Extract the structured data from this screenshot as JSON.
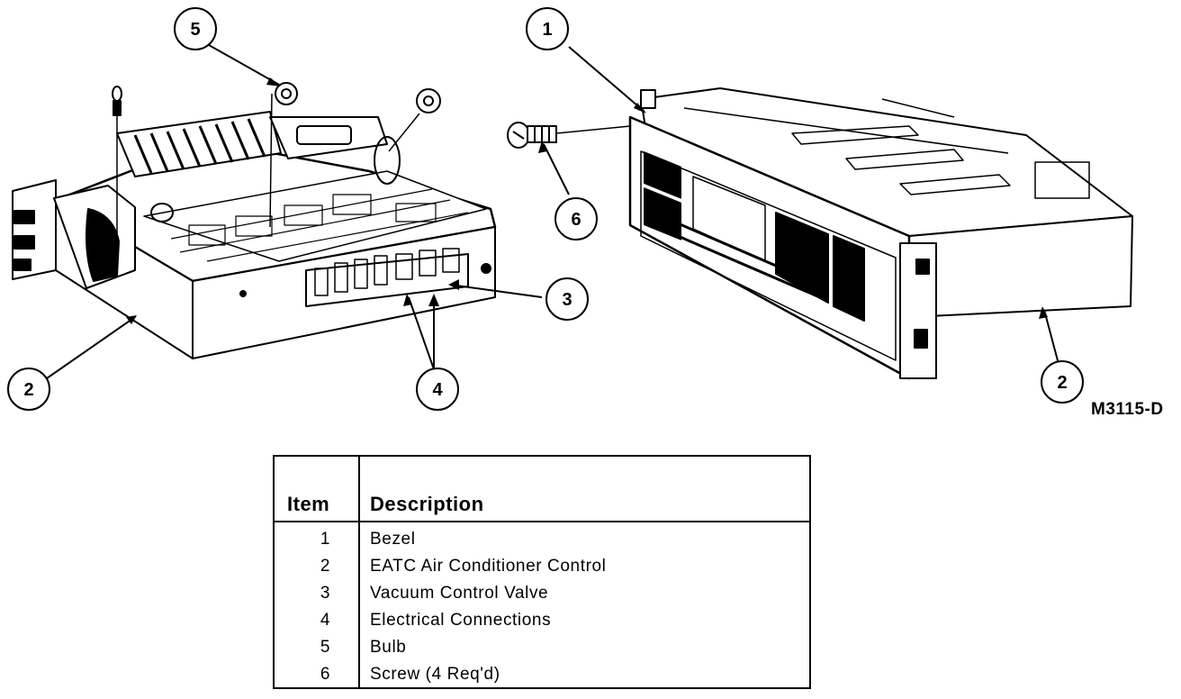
{
  "callouts": {
    "c1": "1",
    "c2a": "2",
    "c2b": "2",
    "c3": "3",
    "c4": "4",
    "c5": "5",
    "c6": "6"
  },
  "figure_id": "M3115-D",
  "legend": {
    "header_item": "Item",
    "header_description": "Description",
    "rows": [
      {
        "item": "1",
        "description": "Bezel"
      },
      {
        "item": "2",
        "description": "EATC Air Conditioner Control"
      },
      {
        "item": "3",
        "description": "Vacuum Control Valve"
      },
      {
        "item": "4",
        "description": "Electrical Connections"
      },
      {
        "item": "5",
        "description": "Bulb"
      },
      {
        "item": "6",
        "description": "Screw (4 Req'd)"
      }
    ]
  }
}
